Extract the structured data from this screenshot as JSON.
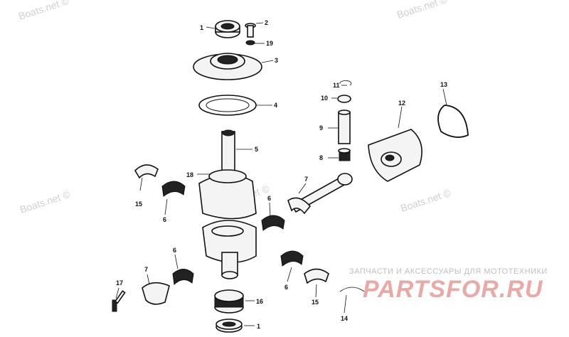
{
  "watermarks": {
    "site": "Boats.net ©"
  },
  "shop": {
    "tagline": "ЗАПЧАСТИ И АКСЕССУАРЫ ДЛЯ МОТОТЕХНИКИ",
    "logo": "PARTSFOR.RU",
    "logo_color": "#e8aaa7"
  },
  "callouts": {
    "c1_top": "1",
    "c2": "2",
    "c19": "19",
    "c3": "3",
    "c4": "4",
    "c5": "5",
    "c18": "18",
    "c15_left": "15",
    "c6_left": "6",
    "c6_mid": "6",
    "c6_low": "6",
    "c6_right": "6",
    "c11": "11",
    "c10": "10",
    "c9": "9",
    "c8": "8",
    "c7_right": "7",
    "c12": "12",
    "c13": "13",
    "c17": "17",
    "c7_left": "7",
    "c16": "16",
    "c1_bottom": "1",
    "c15_right": "15",
    "c14": "14"
  }
}
